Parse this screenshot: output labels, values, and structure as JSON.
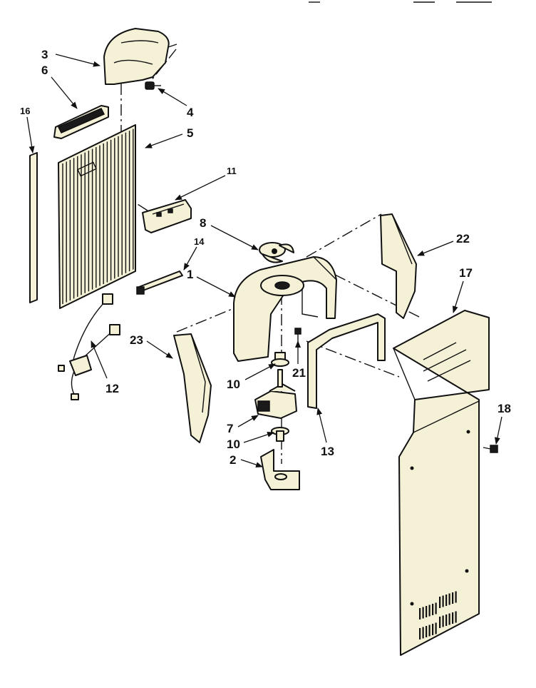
{
  "callouts": {
    "c1": "1",
    "c2": "2",
    "c3": "3",
    "c4": "4",
    "c5": "5",
    "c6": "6",
    "c7": "7",
    "c8": "8",
    "c10a": "10",
    "c10b": "10",
    "c11": "11",
    "c12": "12",
    "c13": "13",
    "c14": "14",
    "c16": "16",
    "c17": "17",
    "c18": "18",
    "c21": "21",
    "c22": "22",
    "c23": "23"
  }
}
